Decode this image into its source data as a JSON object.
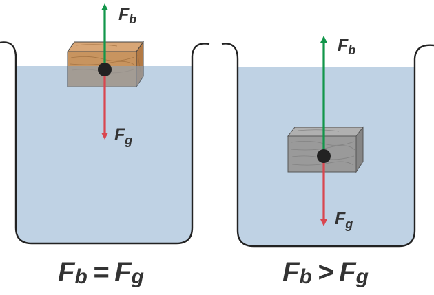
{
  "colors": {
    "water": "#bfd2e4",
    "container_outline": "#222222",
    "buoyant_arrow": "#12964a",
    "gravity_arrow": "#d9464f",
    "wood_block": "#c8945f",
    "grey_block": "#9a9a9a",
    "center_dot": "#222222",
    "text": "#333333"
  },
  "panels": [
    {
      "id": "floating",
      "force_up": {
        "symbol": "F",
        "subscript": "b"
      },
      "force_down": {
        "symbol": "F",
        "subscript": "g"
      },
      "equation": {
        "lhs": "F",
        "lhs_sub": "b",
        "relation": "=",
        "rhs": "F",
        "rhs_sub": "g"
      }
    },
    {
      "id": "rising",
      "force_up": {
        "symbol": "F",
        "subscript": "b"
      },
      "force_down": {
        "symbol": "F",
        "subscript": "g"
      },
      "equation": {
        "lhs": "F",
        "lhs_sub": "b",
        "relation": ">",
        "rhs": "F",
        "rhs_sub": "g"
      }
    }
  ]
}
